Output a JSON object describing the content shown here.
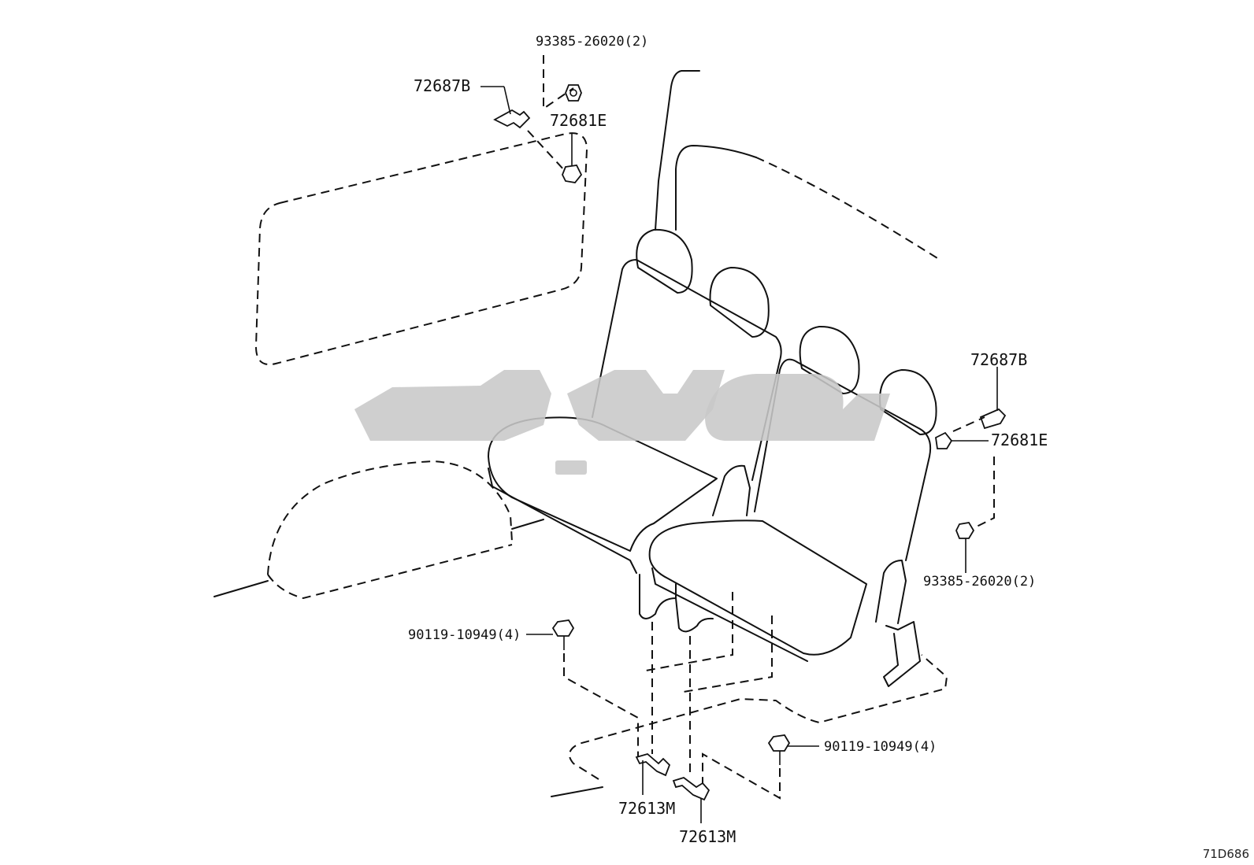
{
  "diagram": {
    "drawing_code": "71D686",
    "callouts": [
      {
        "id": "screw-top",
        "text": "93385-26020(2)"
      },
      {
        "id": "bracket-top",
        "text": "72687B"
      },
      {
        "id": "clip-top",
        "text": "72681E"
      },
      {
        "id": "bracket-right",
        "text": "72687B"
      },
      {
        "id": "clip-right",
        "text": "72681E"
      },
      {
        "id": "screw-right",
        "text": "93385-26020(2)"
      },
      {
        "id": "bolt-left",
        "text": "90119-10949(4)"
      },
      {
        "id": "bolt-right",
        "text": "90119-10949(4)"
      },
      {
        "id": "bracket-floor-1",
        "text": "72613M"
      },
      {
        "id": "bracket-floor-2",
        "text": "72613M"
      }
    ],
    "watermark": {
      "icon": "brand-watermark-logo"
    }
  }
}
